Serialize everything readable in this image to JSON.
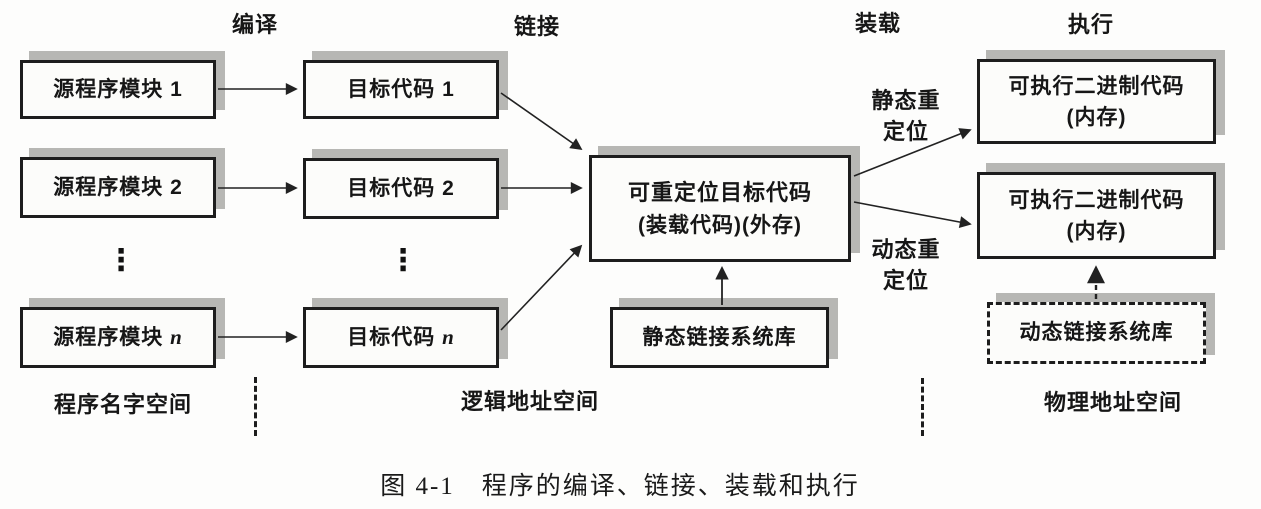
{
  "stage_labels": {
    "compile": "编译",
    "link": "链接",
    "load": "装载",
    "execute": "执行"
  },
  "boxes": {
    "source1": "源程序模块 1",
    "source2": "源程序模块 2",
    "sourceN_prefix": "源程序模块 ",
    "object1": "目标代码 1",
    "object2": "目标代码 2",
    "objectN_prefix": "目标代码 ",
    "var_n": "n",
    "relocatable_line1": "可重定位目标代码",
    "relocatable_line2": "(装载代码)(外存)",
    "static_lib": "静态链接系统库",
    "executable_line1": "可执行二进制代码",
    "executable_line2": "(内存)",
    "dynamic_lib": "动态链接系统库"
  },
  "reloc_labels": {
    "static_line1": "静态重",
    "static_line2": "定位",
    "dynamic_line1": "动态重",
    "dynamic_line2": "定位"
  },
  "space_labels": {
    "name_space": "程序名字空间",
    "logical_space": "逻辑地址空间",
    "physical_space": "物理地址空间"
  },
  "misc": {
    "ellipsis": "⋮"
  },
  "figure": {
    "caption": "图 4-1　程序的编译、链接、装载和执行"
  },
  "colors": {
    "box_border": "#1d1d1d",
    "box_shadow": "#b7b7b4",
    "arrow": "#222222",
    "background": "#fdfdfc"
  }
}
